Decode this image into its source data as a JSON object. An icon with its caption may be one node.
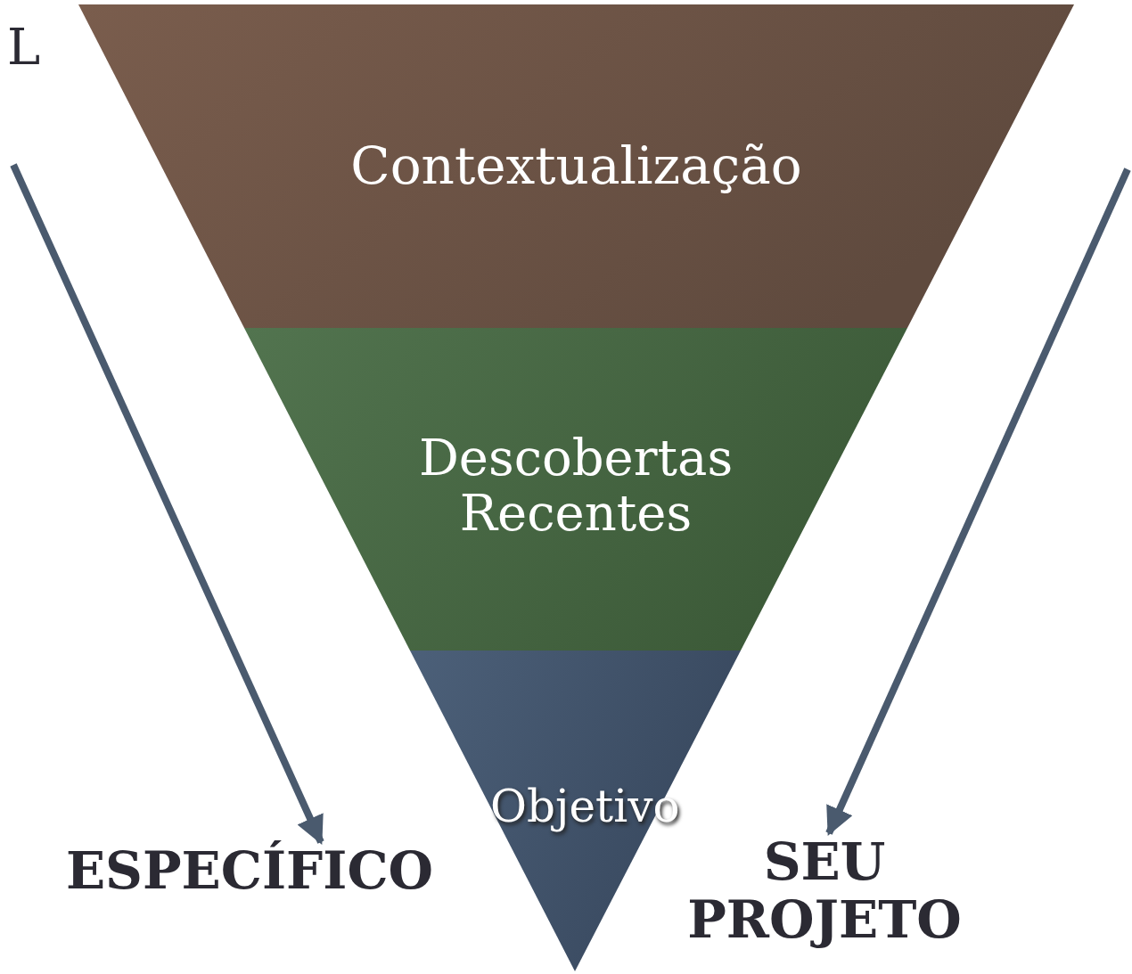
{
  "diagram": {
    "nodes": [
      {
        "text": [
          "Contextualização"
        ]
      },
      {
        "text": [
          "Descobertas Recentes"
        ]
      },
      {
        "text": [
          "Objetivo"
        ]
      },
      {
        "text": [
          "ESPECÍFICO"
        ]
      },
      {
        "text": [
          "SEU PROJETO"
        ]
      }
    ],
    "edges": [
      {
        "from": null,
        "to": 3,
        "arrow": "to"
      },
      {
        "from": null,
        "to": 4,
        "arrow": "to"
      }
    ],
    "labels": [
      "L"
    ]
  }
}
